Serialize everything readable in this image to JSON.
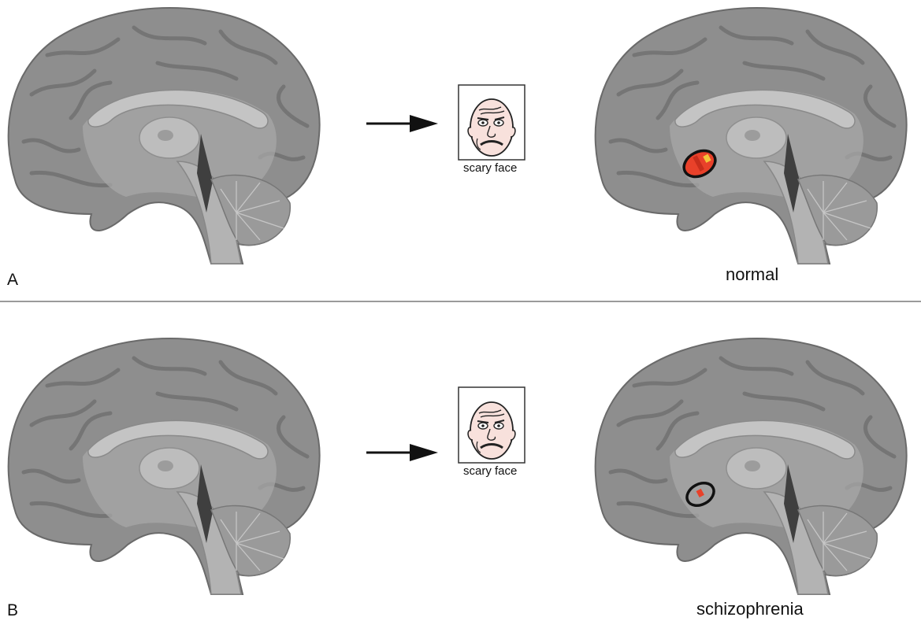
{
  "panels": [
    {
      "letter": "A",
      "stimulus_label": "scary face",
      "condition": "normal",
      "activation": "strong"
    },
    {
      "letter": "B",
      "stimulus_label": "scary face",
      "condition": "schizophrenia",
      "activation": "weak"
    }
  ],
  "colors": {
    "brain": "#8f8f8f",
    "brain_light": "#b8b8b8",
    "activation": "#e8412a",
    "activation_hot": "#f3c43a",
    "divider": "#9a9a9a"
  }
}
